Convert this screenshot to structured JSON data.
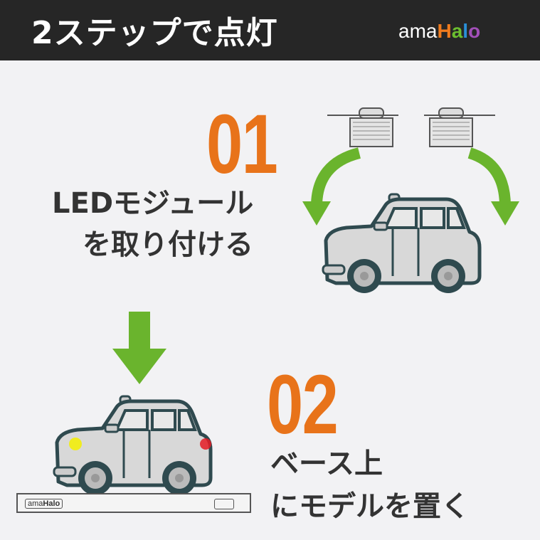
{
  "header": {
    "title": "2ステップで点灯",
    "logo": {
      "part1": "ama",
      "H": "H",
      "a": "a",
      "l": "l",
      "o": "o",
      "colors": {
        "H": "#f07b1d",
        "a": "#6cbf2f",
        "l": "#2a8fd6",
        "o": "#a24fb8"
      }
    }
  },
  "step1": {
    "number": "01",
    "line1": "LEDモジュール",
    "line2": "を取り付ける"
  },
  "step2": {
    "number": "02",
    "line1": "ベース上",
    "line2": "にモデルを置く"
  },
  "base": {
    "logo_part1": "ama",
    "logo_part2": "Halo"
  },
  "colors": {
    "accent": "#e8731a",
    "arrow": "#6ab42d",
    "header": "#262626"
  }
}
